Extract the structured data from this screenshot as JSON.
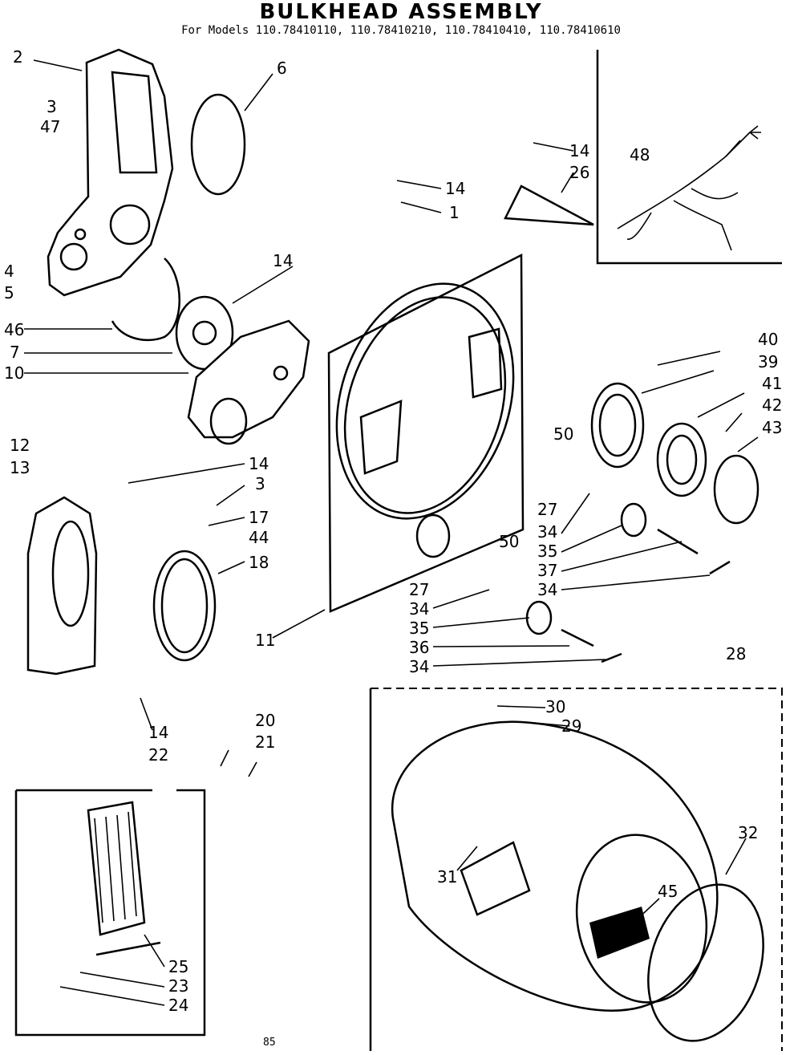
{
  "header": {
    "title": "BULKHEAD ASSEMBLY",
    "subtitle": "For Models 110.78410110, 110.78410210, 110.78410410, 110.78410610"
  },
  "footer": {
    "code": "85"
  },
  "labels": {
    "p2": "2",
    "p6": "6",
    "p3a": "3",
    "p47": "47",
    "p4": "4",
    "p5": "5",
    "p14a": "14",
    "p26": "26",
    "p14b": "14",
    "p1": "1",
    "p48": "48",
    "p14c": "14",
    "p46": "46",
    "p7": "7",
    "p10": "10",
    "p40": "40",
    "p39": "39",
    "p41": "41",
    "p42": "42",
    "p43": "43",
    "p50a": "50",
    "p27a": "27",
    "p34a": "34",
    "p35a": "35",
    "p37": "37",
    "p34b": "34",
    "p12": "12",
    "p13": "13",
    "p14d": "14",
    "p3b": "3",
    "p17": "17",
    "p44": "44",
    "p18": "18",
    "p50b": "50",
    "p27b": "27",
    "p34c": "34",
    "p35b": "35",
    "p36": "36",
    "p34d": "34",
    "p11": "11",
    "p28": "28",
    "p14e": "14",
    "p22": "22",
    "p20": "20",
    "p21": "21",
    "p30": "30",
    "p29": "29",
    "p32": "32",
    "p31": "31",
    "p45": "45",
    "p25": "25",
    "p23": "23",
    "p24": "24"
  }
}
